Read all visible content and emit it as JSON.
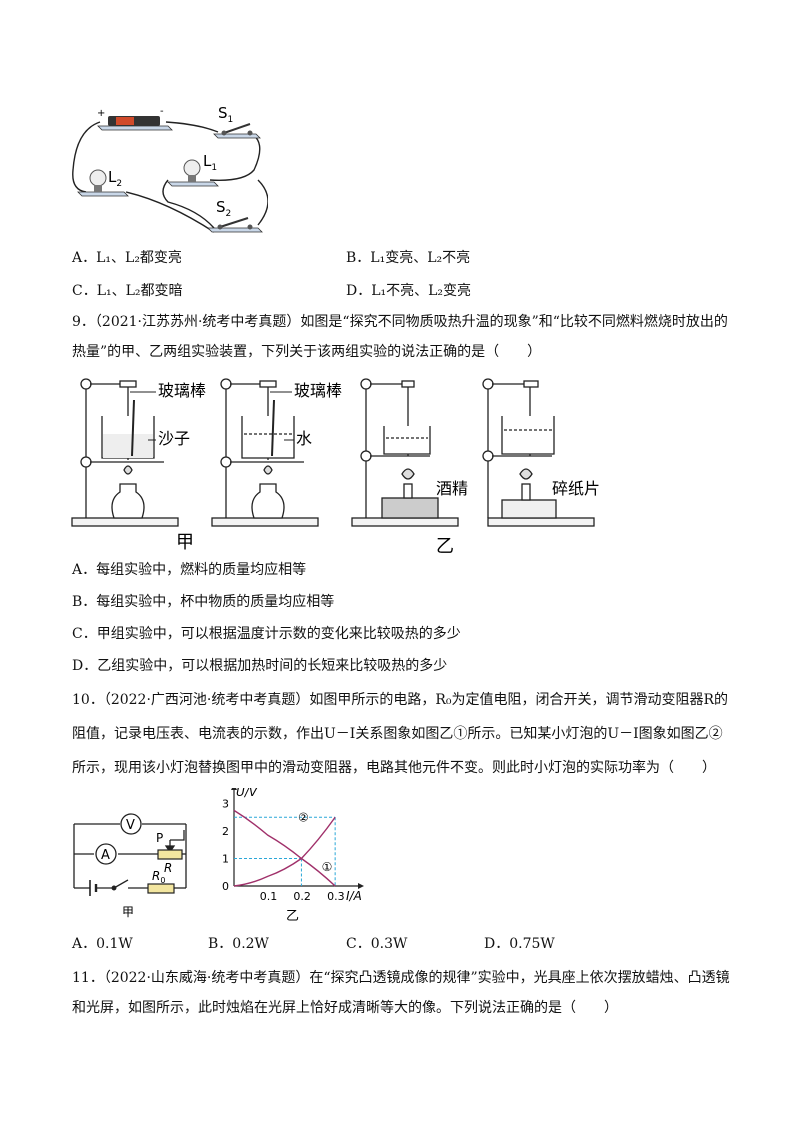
{
  "q8": {
    "figure": {
      "s1_label": "S",
      "s1_sub": "1",
      "l1_label": "L",
      "l1_sub": "1",
      "l2_label": "L",
      "l2_sub": "2",
      "s2_label": "S",
      "s2_sub": "2",
      "plus": "+",
      "minus": "-"
    },
    "options": [
      "A．L₁、L₂都变亮",
      "B．L₁变亮、L₂不亮",
      "C．L₁、L₂都变暗",
      "D．L₁不亮、L₂变亮"
    ]
  },
  "q9": {
    "line1": "9．（2021·江苏苏州·统考中考真题）如图是“探究不同物质吸热升温的现象”和“比较不同燃料燃烧时放出的",
    "line2": "热量”的甲、乙两组实验装置，下列关于该两组实验的说法正确的是（　　）",
    "figure": {
      "glass_rod_1": "玻璃棒",
      "sand": "沙子",
      "glass_rod_2": "玻璃棒",
      "water": "水",
      "alcohol": "酒精",
      "paper": "碎纸片",
      "group_a": "甲",
      "group_b": "乙"
    },
    "options": [
      "A．每组实验中，燃料的质量均应相等",
      "B．每组实验中，杯中物质的质量均应相等",
      "C．甲组实验中，可以根据温度计示数的变化来比较吸热的多少",
      "D．乙组实验中，可以根据加热时间的长短来比较吸热的多少"
    ]
  },
  "q10": {
    "line1": "10．（2022·广西河池·统考中考真题）如图甲所示的电路，R₀为定值电阻，闭合开关，调节滑动变阻器R的",
    "line2": "阻值，记录电压表、电流表的示数，作出U－I关系图象如图乙①所示。已知某小灯泡的U－I图象如图乙②",
    "line3": "所示，现用该小灯泡替换图甲中的滑动变阻器，电路其他元件不变。则此时小灯泡的实际功率为（　　）",
    "circuit": {
      "voltmeter": "V",
      "ammeter": "A",
      "slider": "P",
      "rheostat": "R",
      "resistor": "R",
      "resistor_sub": "0",
      "caption": "甲"
    },
    "options": [
      "A．0.1W",
      "B．0.2W",
      "C．0.3W",
      "D．0.75W"
    ]
  },
  "chart_data": {
    "type": "line",
    "ylabel": "U/V",
    "xlabel": "I/A",
    "caption": "乙",
    "origin": "0",
    "xlim": [
      0,
      0.35
    ],
    "ylim": [
      0,
      3.2
    ],
    "xticks": [
      0.1,
      0.2,
      0.3
    ],
    "xtick_labels": [
      "0.1",
      "0.2",
      "0.3"
    ],
    "yticks": [
      1,
      2,
      3
    ],
    "ytick_labels": [
      "1",
      "2",
      "3"
    ],
    "series": [
      {
        "name": "①",
        "x": [
          0,
          0.1,
          0.2,
          0.3
        ],
        "y": [
          2.75,
          1.85,
          1.0,
          0.0
        ]
      },
      {
        "name": "②",
        "x": [
          0,
          0.1,
          0.2,
          0.3
        ],
        "y": [
          0.0,
          0.35,
          1.0,
          2.5
        ]
      }
    ],
    "guides": [
      {
        "x": 0.2,
        "y": 1
      },
      {
        "x": 0.3,
        "y": 2.5
      }
    ],
    "colors": {
      "curve": "#a0306a",
      "guide": "#2aa7d8",
      "axis": "#222222"
    }
  },
  "q11": {
    "line1": "11．（2022·山东威海·统考中考真题）在“探究凸透镜成像的规律”实验中，光具座上依次摆放蜡烛、凸透镜",
    "line2": "和光屏，如图所示，此时烛焰在光屏上恰好成清晰等大的像。下列说法正确的是（　　）"
  }
}
